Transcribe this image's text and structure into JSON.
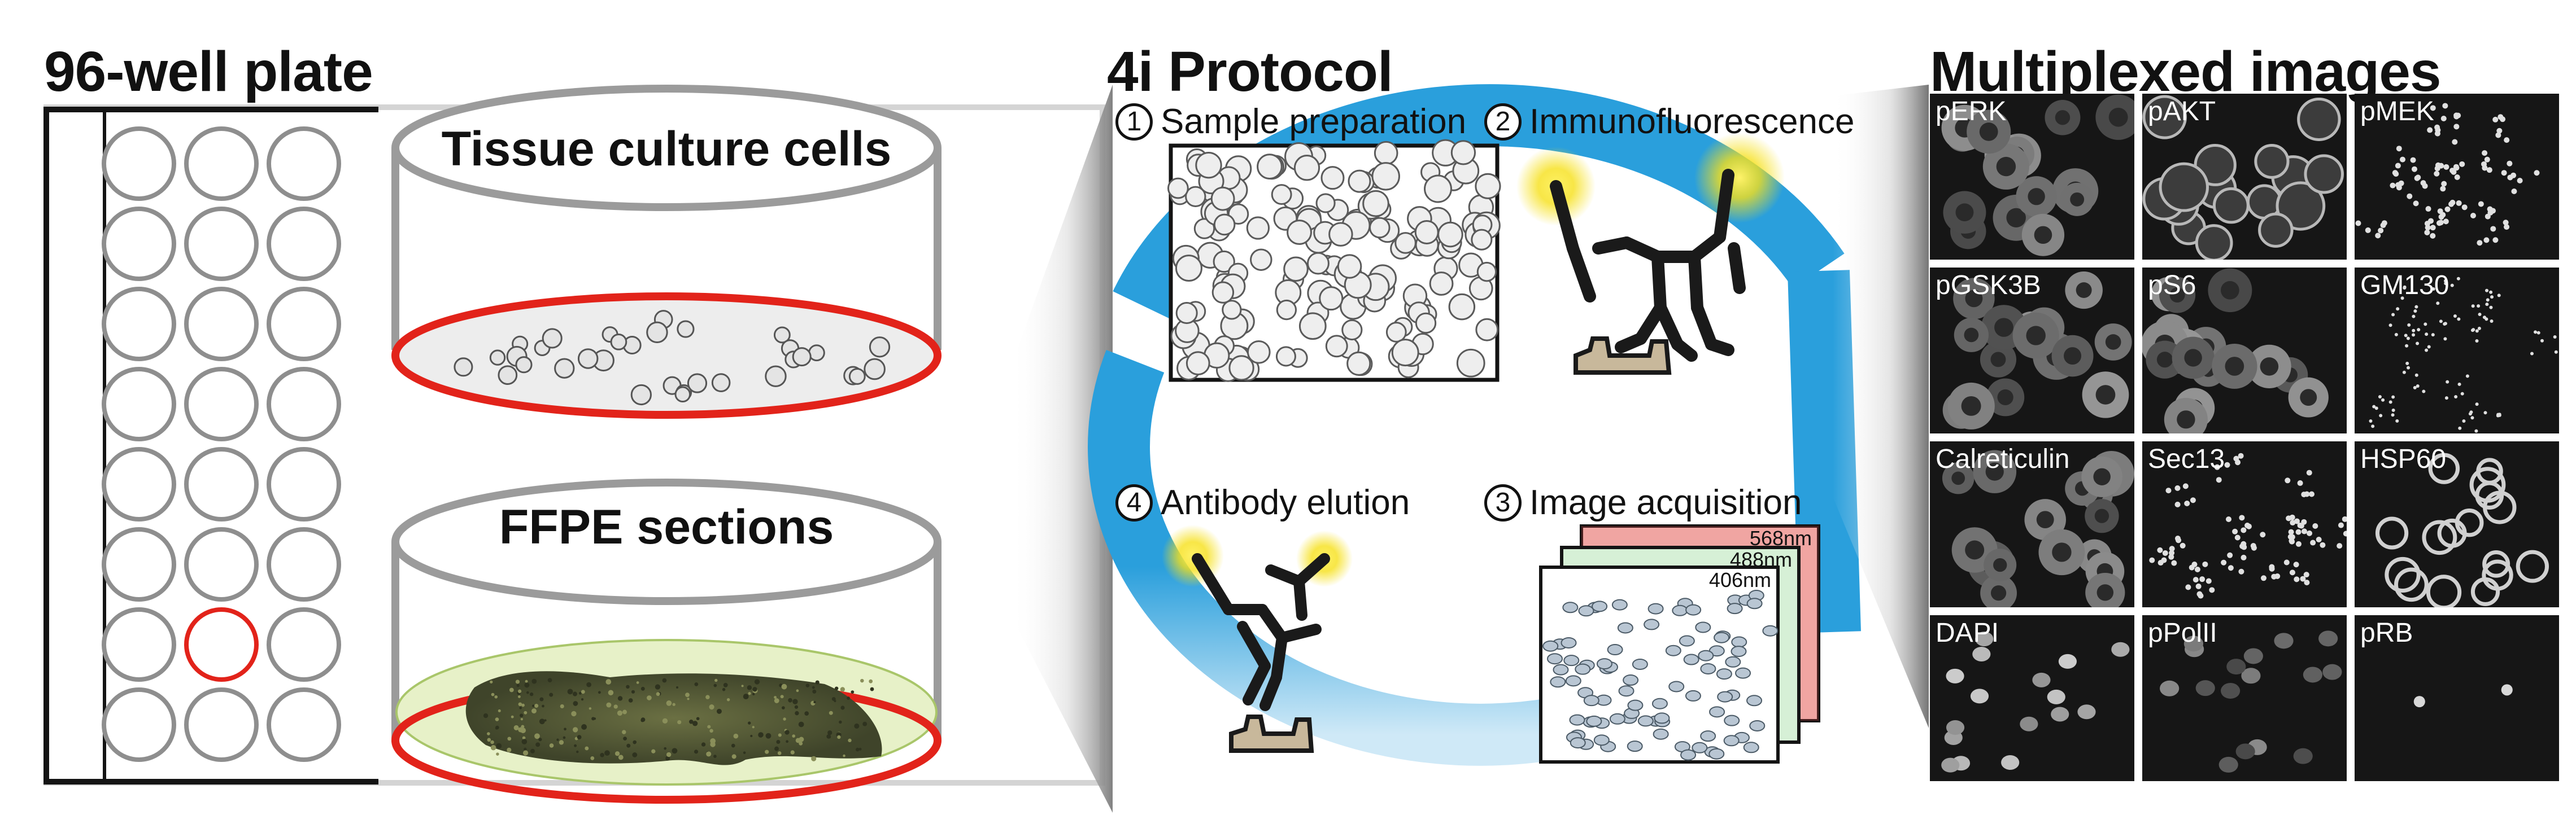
{
  "panels": {
    "plate": {
      "title": "96-well plate"
    },
    "protocol": {
      "title": "4i Protocol"
    },
    "images": {
      "title": "Multiplexed images"
    }
  },
  "dishes": {
    "top": {
      "label": "Tissue culture cells"
    },
    "bottom": {
      "label": "FFPE sections"
    }
  },
  "steps": [
    {
      "num": "1",
      "label": "Sample preparation"
    },
    {
      "num": "2",
      "label": "Immunofluorescence"
    },
    {
      "num": "3",
      "label": "Image acquisition"
    },
    {
      "num": "4",
      "label": "Antibody elution"
    }
  ],
  "wavelengths": [
    "568nm",
    "488nm",
    "406nm"
  ],
  "images": [
    {
      "label": "pERK",
      "style": "cyto"
    },
    {
      "label": "pAKT",
      "style": "membrane"
    },
    {
      "label": "pMEK",
      "style": "speck"
    },
    {
      "label": "pGSK3B",
      "style": "cyto"
    },
    {
      "label": "pS6",
      "style": "cyto"
    },
    {
      "label": "GM130",
      "style": "dots"
    },
    {
      "label": "Calreticulin",
      "style": "cyto"
    },
    {
      "label": "Sec13",
      "style": "speck"
    },
    {
      "label": "HSP60",
      "style": "ring"
    },
    {
      "label": "DAPI",
      "style": "nuclei"
    },
    {
      "label": "pPolII",
      "style": "nuclei-dim"
    },
    {
      "label": "pRB",
      "style": "dark"
    }
  ],
  "colors": {
    "arrow": "#2a9fdc",
    "dish_highlight": "#e2231a",
    "tissue_bg": "#e7f1c8",
    "tissue": "#5a5f3a",
    "antibody": "#1a1a1a",
    "antigen": "#c8b89b",
    "glow": "#f6e01a"
  }
}
